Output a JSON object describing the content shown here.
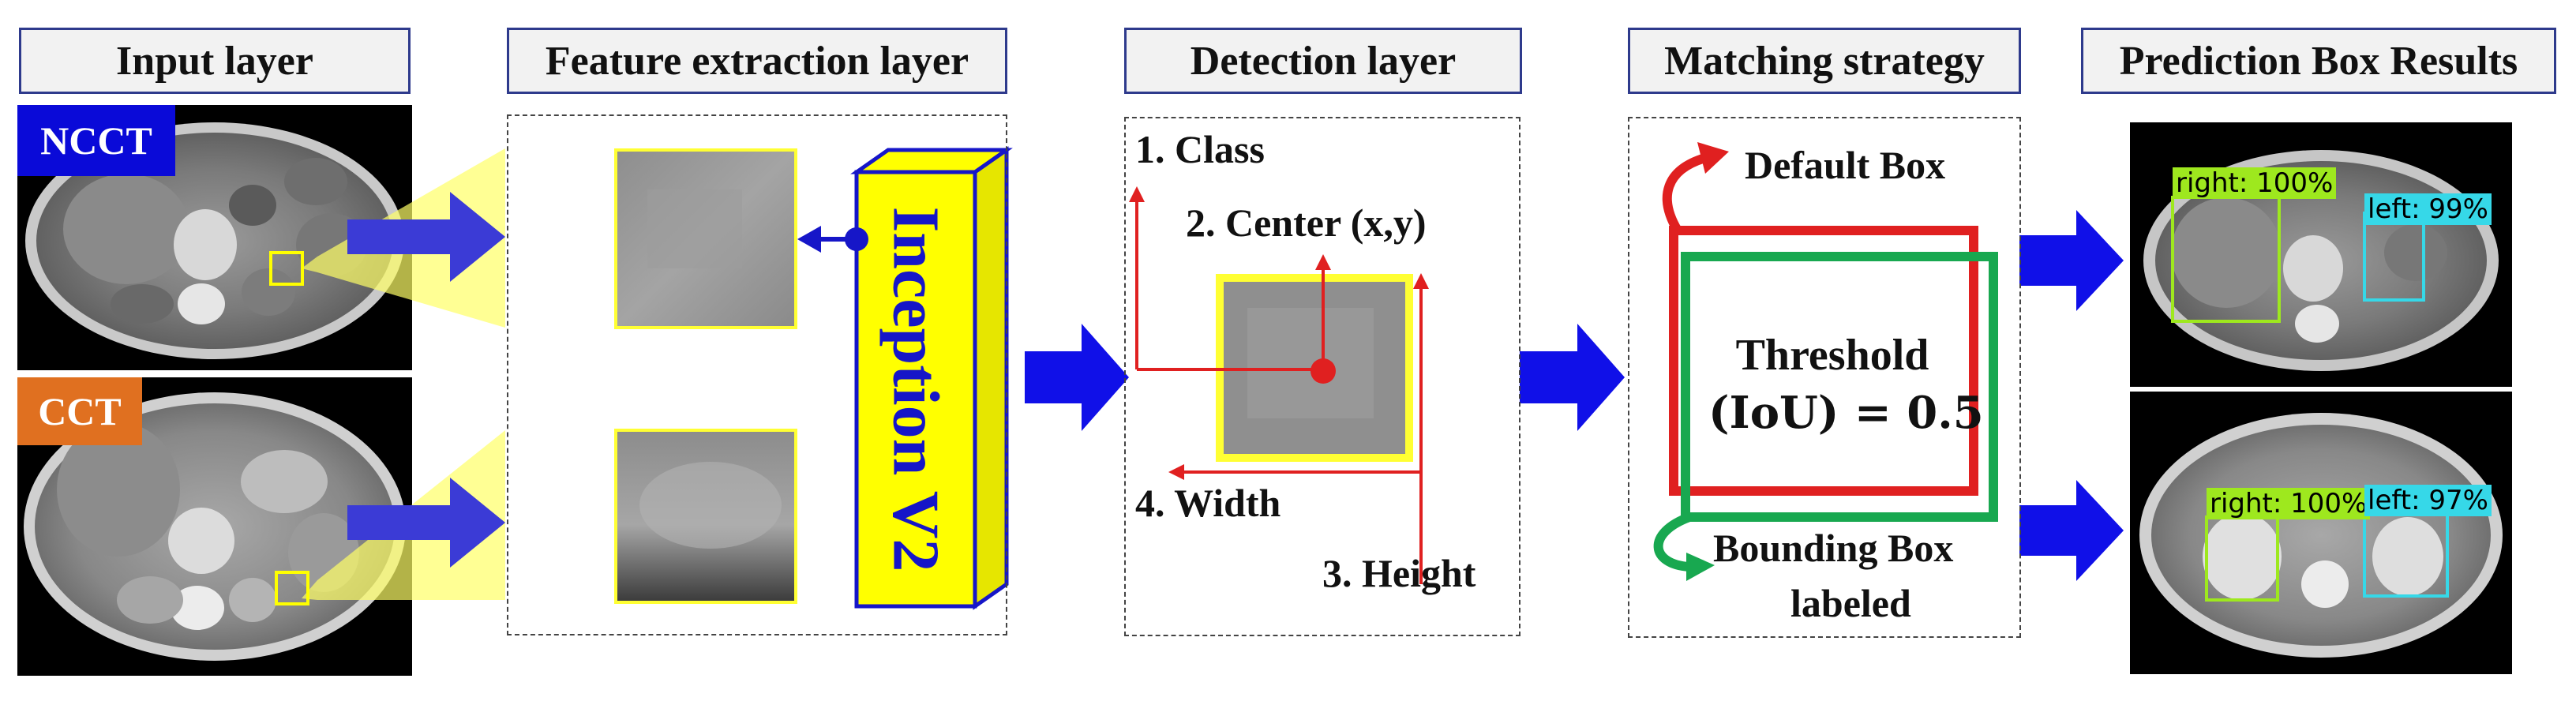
{
  "columns": {
    "input": {
      "header": "Input layer",
      "tags": [
        {
          "label": "NCCT",
          "color": "#0a0ad8"
        },
        {
          "label": "CCT",
          "color": "#e07020"
        }
      ]
    },
    "feature": {
      "header": "Feature extraction layer",
      "network": "Inception V2"
    },
    "detection": {
      "header": "Detection layer",
      "labels": [
        "1. Class",
        "2. Center (x,y)",
        "3. Height",
        "4. Width"
      ]
    },
    "matching": {
      "header": "Matching strategy",
      "default_box": "Default Box",
      "threshold_line1": "Threshold",
      "threshold_line2": "(IoU) = 0.5",
      "bounding_line1": "Bounding Box",
      "bounding_line2": "labeled"
    },
    "prediction": {
      "header": "Prediction Box Results",
      "boxes": [
        {
          "image": "NCCT",
          "label": "right: 100%",
          "color": "#9ee81e"
        },
        {
          "image": "NCCT",
          "label": "left: 99%",
          "color": "#36d8e8"
        },
        {
          "image": "CCT",
          "label": "right: 100%",
          "color": "#9ee81e"
        },
        {
          "image": "CCT",
          "label": "left: 97%",
          "color": "#36d8e8"
        }
      ]
    }
  },
  "colors": {
    "arrow_blue": "#1010e8",
    "inception_fill": "#ffff00",
    "box_red": "#e02020",
    "box_green": "#18a850",
    "highlight_yellow": "#ffff66"
  }
}
